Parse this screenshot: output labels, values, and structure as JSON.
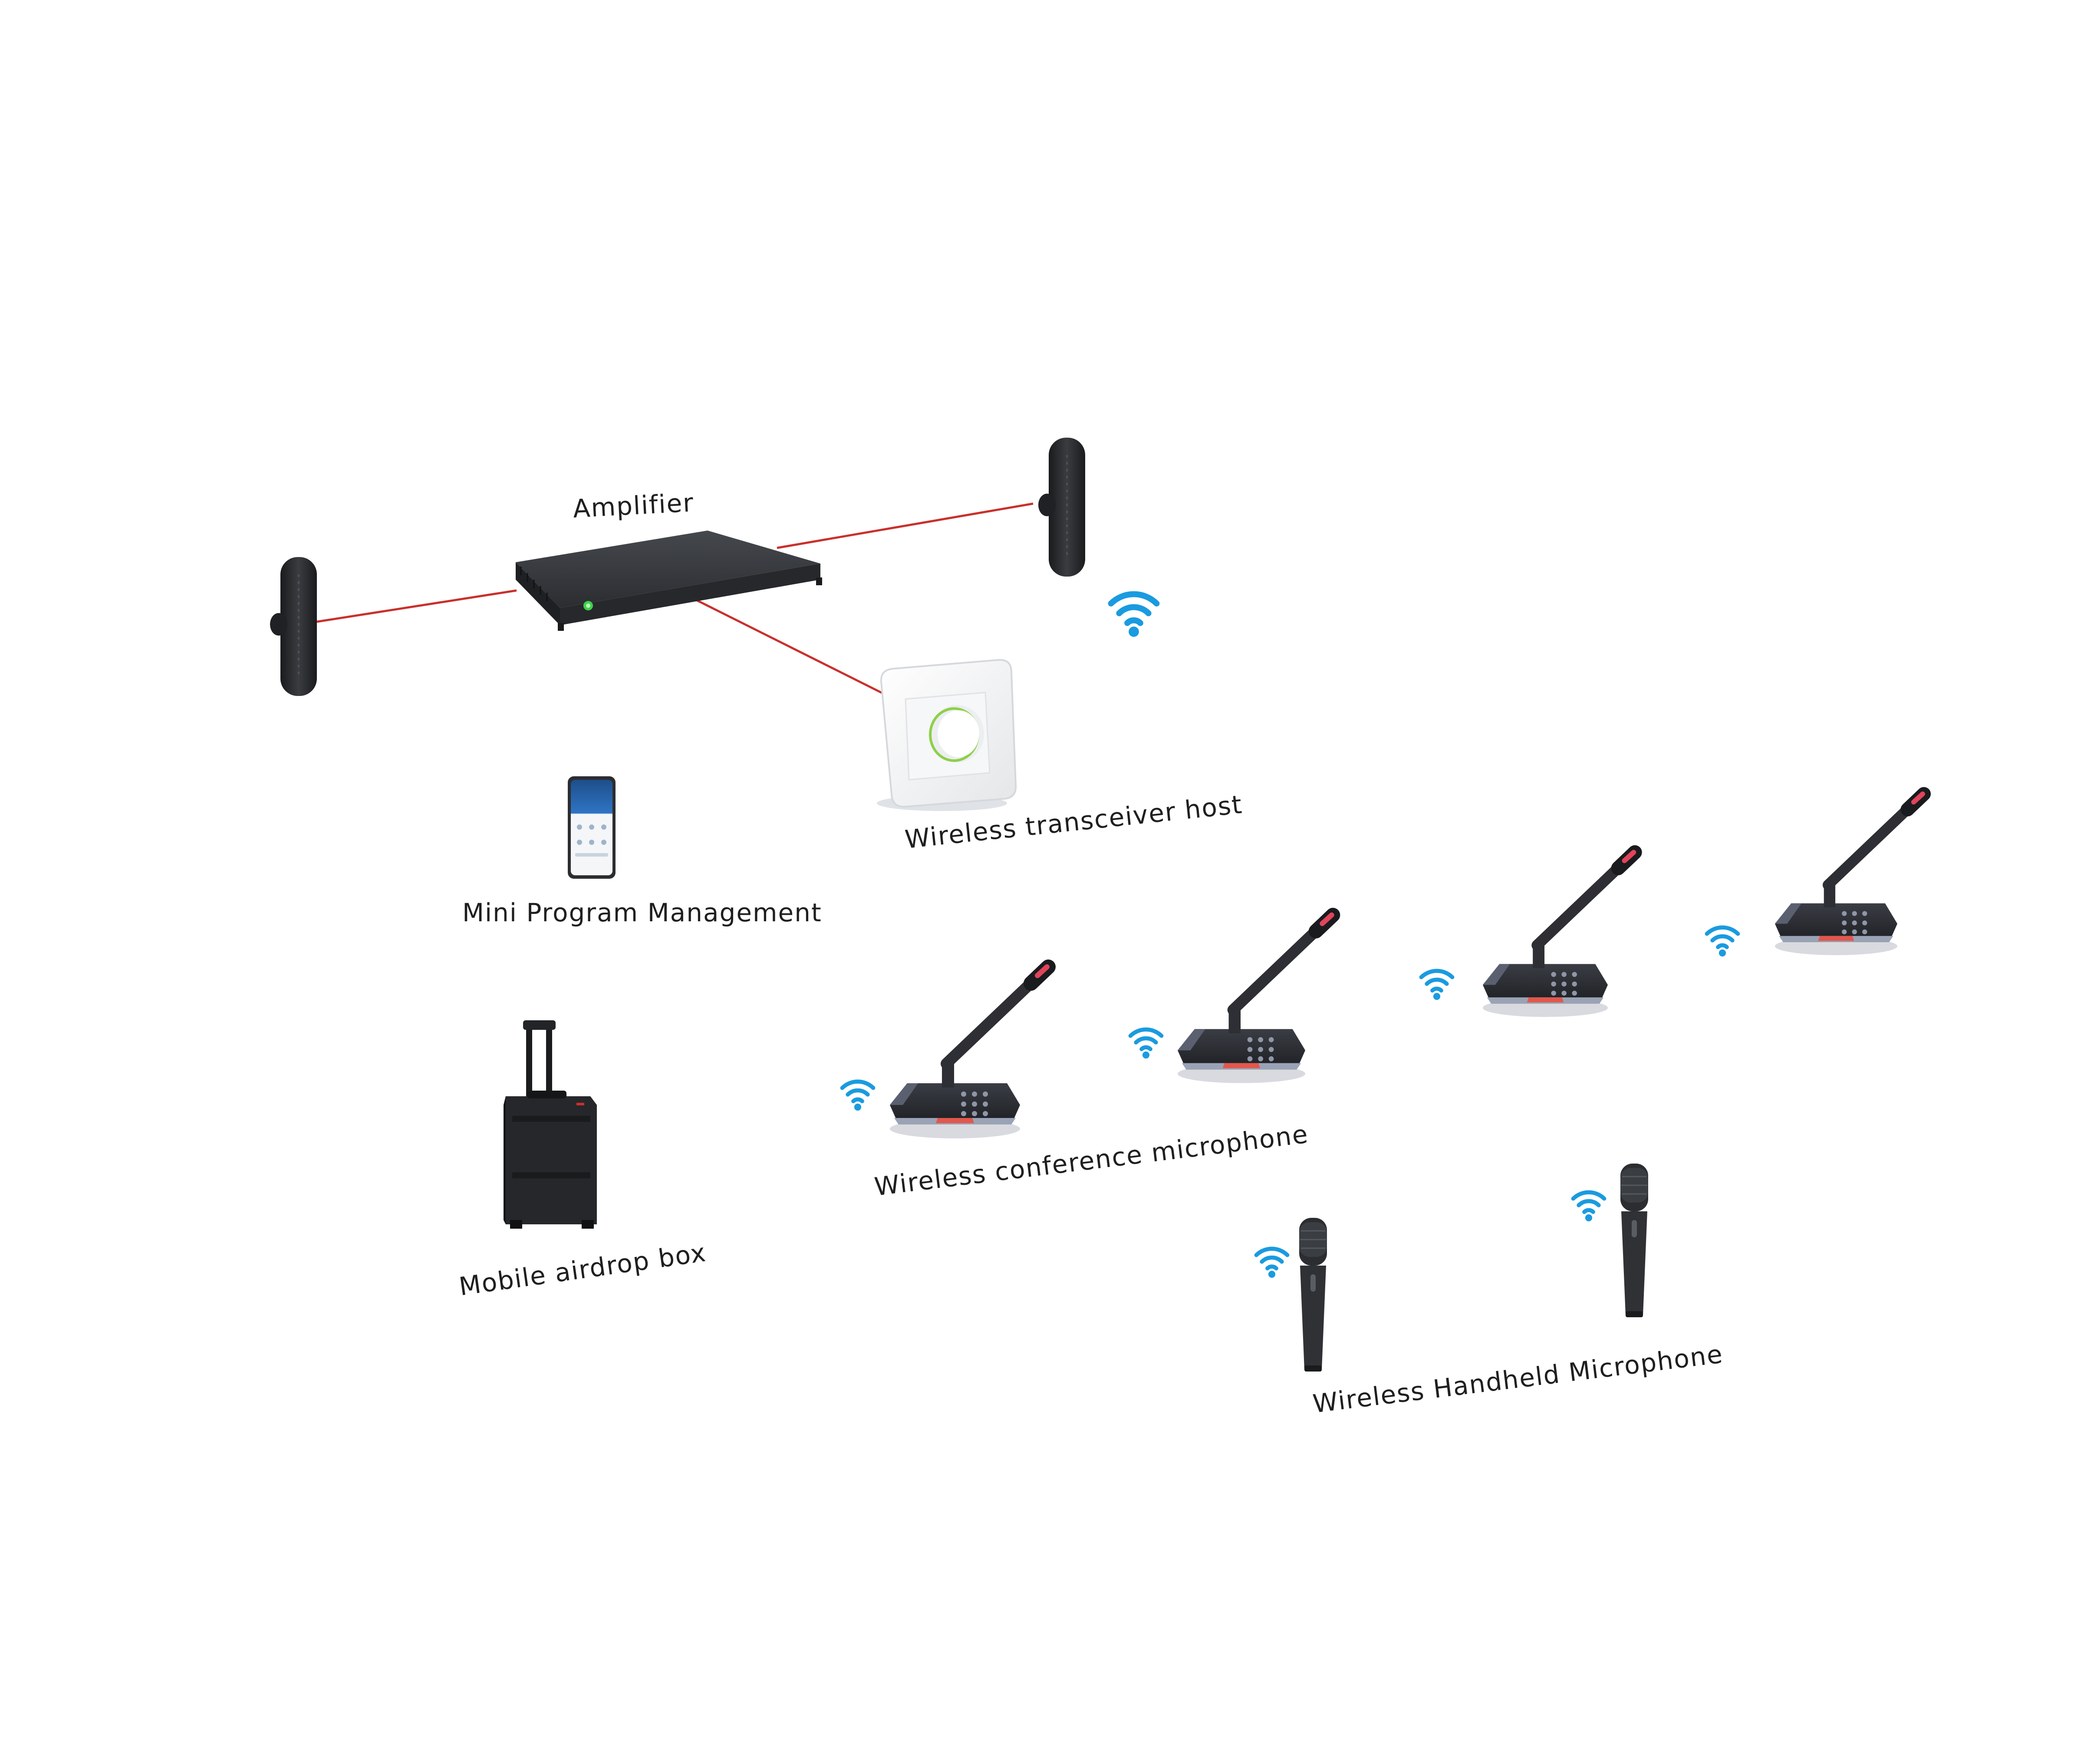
{
  "labels": {
    "amplifier": "Amplifier",
    "transceiver": "Wireless transceiver host",
    "mini_program": "Mini Program Management",
    "airdrop_box": "Mobile airdrop box",
    "conference_mic": "Wireless conference microphone",
    "handheld_mic": "Wireless Handheld Microphone"
  },
  "colors": {
    "cable": "#c9302c",
    "wifi": "#1a9be0",
    "device_dark": "#2a2c30",
    "text": "#1f1f1f",
    "amp_led": "#3fd04a"
  },
  "icons": [
    "wifi-icon",
    "speaker-icon",
    "amplifier-icon",
    "transceiver-icon",
    "smartphone-icon",
    "suitcase-icon",
    "conference-microphone-icon",
    "handheld-microphone-icon"
  ]
}
